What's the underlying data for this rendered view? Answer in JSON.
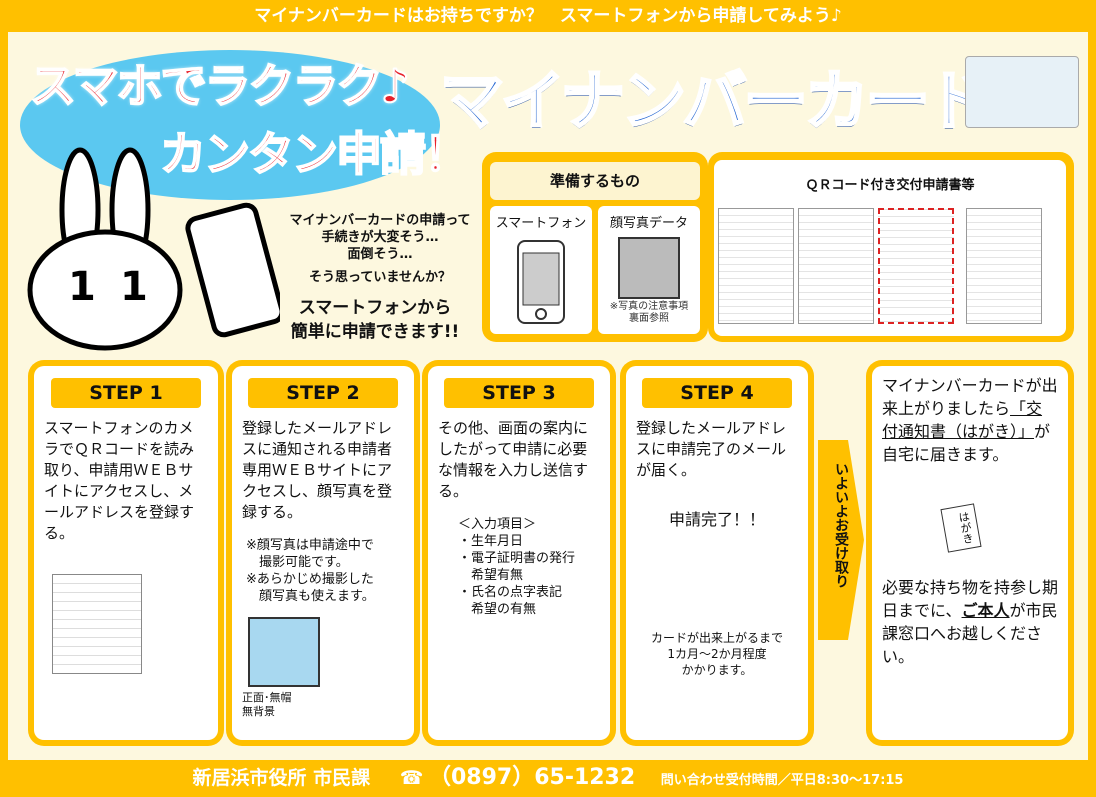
{
  "top_banner": "マイナンバーカードはお持ちですか？　スマートフォンから申請してみよう♪",
  "headline": {
    "line1": "スマホでラクラク♪",
    "line2": "カンタン申請！",
    "title": "マイナンバーカード"
  },
  "colors": {
    "accent": "#FFC000",
    "red": "#E8202A",
    "blue": "#1A5FD0",
    "cream": "#FDF8DF"
  },
  "intro": {
    "worry": [
      "マイナンバーカードの申請って",
      "手続きが大変そう…",
      "面倒そう…"
    ],
    "question": "そう思っていませんか？",
    "answer": [
      "スマートフォンから",
      "簡単に申請できます!!"
    ]
  },
  "prepare": {
    "title": "準備するもの",
    "items": [
      {
        "label": "スマートフォン",
        "icon": "smartphone-icon"
      },
      {
        "label": "顔写真データ",
        "icon": "photo-icon",
        "note": [
          "※写真の注意事項",
          "裏面参照"
        ]
      }
    ]
  },
  "qr_panel": {
    "title": "ＱＲコード付き交付申請書等"
  },
  "steps": [
    {
      "badge": "STEP 1",
      "text": "スマートフォンのカメラでＱＲコードを読み取り、申請用ＷＥＢサイトにアクセスし、メールアドレスを登録する。"
    },
    {
      "badge": "STEP 2",
      "text": "登録したメールアドレスに通知される申請者専用ＷＥＢサイトにアクセスし、顔写真を登録する。",
      "notes": [
        "※顔写真は申請途中で",
        "　撮影可能です。",
        "※あらかじめ撮影した",
        "　顔写真も使えます。"
      ],
      "photo_note": [
        "正面･無帽",
        "無背景"
      ]
    },
    {
      "badge": "STEP 3",
      "text": "その他、画面の案内にしたがって申請に必要な情報を入力し送信する。",
      "items_title": "＜入力項目＞",
      "items": [
        "・生年月日",
        "・電子証明書の発行",
        "　希望有無",
        "・氏名の点字表記",
        "　希望の有無"
      ]
    },
    {
      "badge": "STEP 4",
      "text": "登録したメールアドレスに申請完了のメールが届く。",
      "done": "申請完了！！",
      "period": [
        "カードが出来上がるまで",
        "1カ月～2か月程度",
        "かかります。"
      ]
    }
  ],
  "arrow_label": "いよいよお受け取り",
  "final": {
    "p1a": "マイナンバーカードが出来上がりましたら",
    "p1u": "「交付通知書（はがき）」",
    "p1b": "が自宅に届きます。",
    "postcard": "はがき",
    "p2a": "必要な持ち物を持参し期日までに、",
    "p2b": "ご本人",
    "p2c": "が市民課窓口へお越しください。"
  },
  "footer": {
    "office": "新居浜市役所 市民課",
    "phone_icon": "phone-icon",
    "phone": "（0897）65-1232",
    "hours": "問い合わせ受付時間／平日8:30～17:15"
  }
}
